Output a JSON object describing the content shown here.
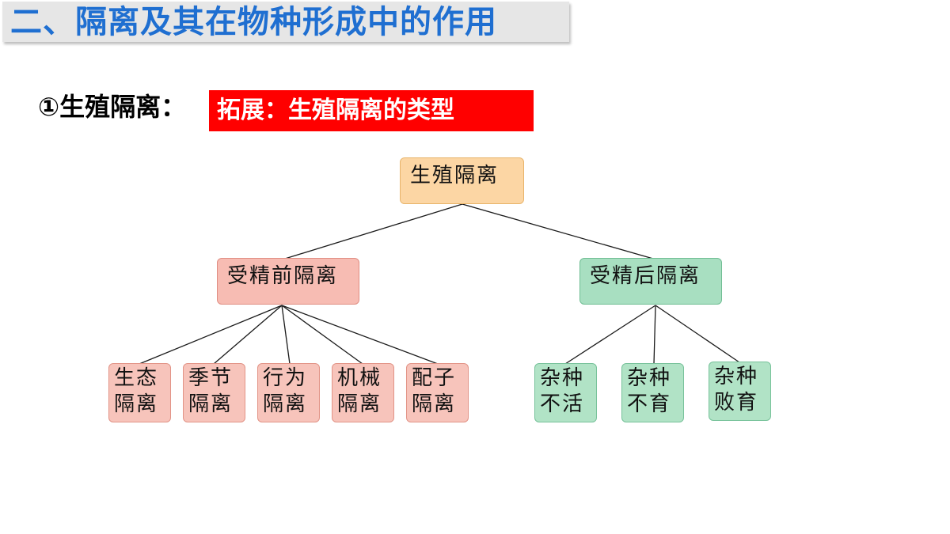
{
  "slide": {
    "title": "二、隔离及其在物种形成中的作用",
    "section_label": "①生殖隔离：",
    "banner": "拓展：生殖隔离的类型"
  },
  "diagram": {
    "root": "生殖隔离",
    "pre": "受精前隔离",
    "post": "受精后隔离",
    "pre_children": [
      {
        "line1": "生态",
        "line2": "隔离"
      },
      {
        "line1": "季节",
        "line2": "隔离"
      },
      {
        "line1": "行为",
        "line2": "隔离"
      },
      {
        "line1": "机械",
        "line2": "隔离"
      },
      {
        "line1": "配子",
        "line2": "隔离"
      }
    ],
    "post_children": [
      {
        "line1": "杂种",
        "line2": "不活"
      },
      {
        "line1": "杂种",
        "line2": "不育"
      },
      {
        "line1": "杂种",
        "line2": "败育"
      }
    ],
    "colors": {
      "title": "#1f6fd1",
      "banner": "#ff0000",
      "root_fill": "#fcd6a4",
      "pre_fill": "#f7bcb3",
      "post_fill": "#a8dfc1"
    }
  }
}
